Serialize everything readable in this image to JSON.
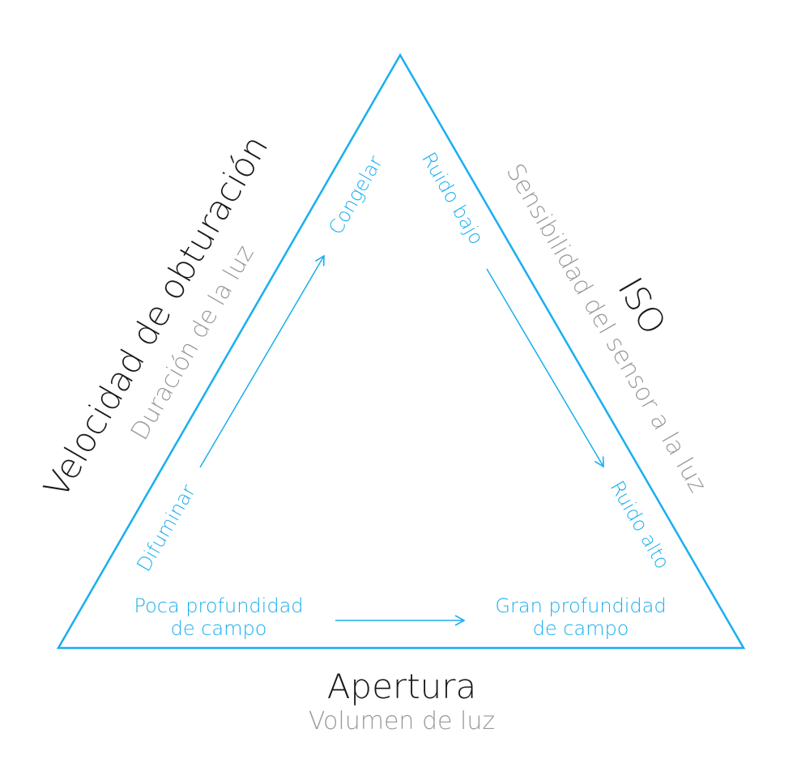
{
  "colors": {
    "accent": "#19aeef",
    "title": "#1a1a1a",
    "subtitle": "#999999",
    "background": "#ffffff"
  },
  "left_side": {
    "title": "Velocidad de obturación",
    "subtitle": "Duración de la luz",
    "start_label": "Difuminar",
    "end_label": "Congelar"
  },
  "right_side": {
    "title": "ISO",
    "subtitle": "Sensibilidad del sensor a la luz",
    "start_label": "Ruido bajo",
    "end_label": "Ruido alto"
  },
  "bottom_side": {
    "title": "Apertura",
    "subtitle": "Volumen de luz",
    "start_label": [
      "Poca profundidad",
      "de campo"
    ],
    "end_label": [
      "Gran profundidad",
      "de campo"
    ]
  }
}
